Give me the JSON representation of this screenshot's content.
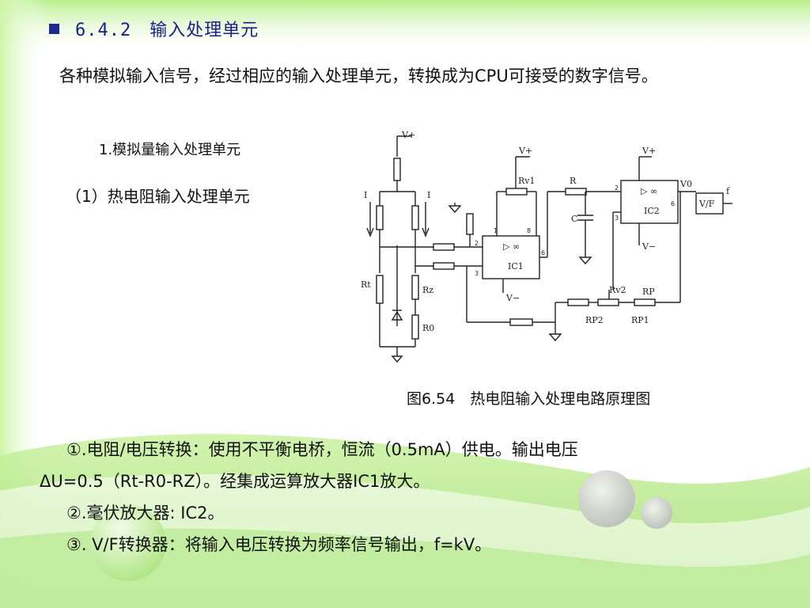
{
  "header": {
    "title": "6.4.2　输入处理单元"
  },
  "intro": "各种模拟输入信号，经过相应的输入处理单元，转换成为CPU可接受的数字信号。",
  "subsection1": "1.模拟量输入处理单元",
  "subsection2": "（1）热电阻输入处理单元",
  "circuit": {
    "vplus": "V+",
    "vminus": "V−",
    "i_left": "I",
    "i_right": "I",
    "rv1": "Rv1",
    "rv2": "Rv2",
    "r": "R",
    "c": "C",
    "rt": "Rt",
    "rz": "Rz",
    "r0": "R0",
    "rp": "RP",
    "rp1": "RP1",
    "rp2": "RP2",
    "ic1": "IC1",
    "ic2": "IC2",
    "vf": "V/F",
    "f": "f",
    "v0": "V0",
    "opamp": "▷ ∞",
    "pin2": "2",
    "pin3": "3",
    "pin6": "6",
    "pin1": "1",
    "pin8": "8"
  },
  "caption": "图6.54　热电阻输入处理电路原理图",
  "items": [
    "①.电阻/电压转换：使用不平衡电桥，恒流（0.5mA）供电。输出电压",
    "ΔU=0.5（Rt-R0-RZ）。经集成运算放大器IC1放大。",
    "②.毫伏放大器: IC2。",
    "③. V/F转换器：将输入电压转换为频率信号输出，f=kV。"
  ]
}
